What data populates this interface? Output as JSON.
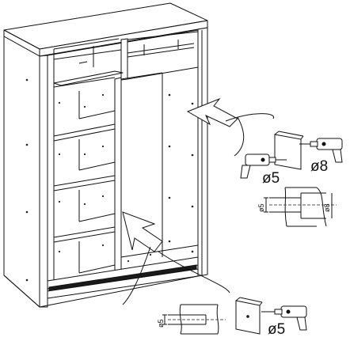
{
  "diagram": {
    "labels": {
      "drill_top_right": "ø8",
      "drill_top_left": "ø5",
      "section_top_dim": "ø5",
      "section_top_dim2": "ø8",
      "section_bottom_dim": "ø5",
      "drill_bottom": "ø5"
    },
    "colors": {
      "line": "#111111",
      "hole": "#222222",
      "rail": "#1a1a1a",
      "dash": "#555555"
    }
  }
}
